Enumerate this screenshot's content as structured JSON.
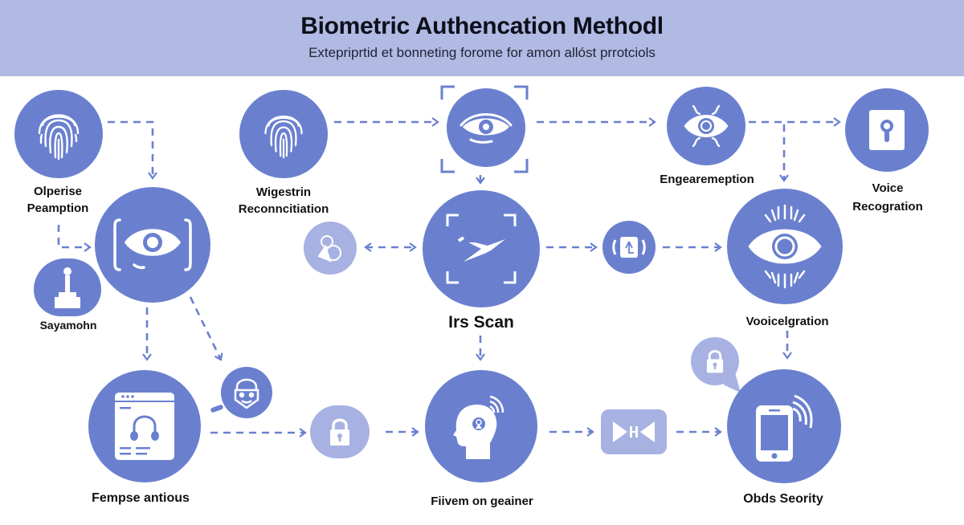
{
  "header": {
    "title": "Biometric  Authencation Methodl",
    "subtitle": "Extepriprtid et bonneting  forome for amon allóst prrotciols",
    "background": "#b1bae3"
  },
  "colors": {
    "node": "#6a80cf",
    "node_light": "#a7b2e2",
    "connector": "#6a80cf",
    "text": "#111111"
  },
  "nodes": [
    {
      "id": "fingerprint-1",
      "icon": "fingerprint-icon",
      "label": "Olperise\nPeamption"
    },
    {
      "id": "eye-scan-1",
      "icon": "eye-scan-icon",
      "label": ""
    },
    {
      "id": "user-cloud",
      "icon": "joystick-icon",
      "label": "Sayamohn"
    },
    {
      "id": "fingerprint-2",
      "icon": "fingerprint-icon",
      "label": "Wigestrin\nReconncitiation"
    },
    {
      "id": "face-shapes",
      "icon": "shapes-icon",
      "label": ""
    },
    {
      "id": "eye-frame",
      "icon": "eye-icon",
      "label": ""
    },
    {
      "id": "iris-scan",
      "icon": "plane-scan-icon",
      "label": "Irs Scan"
    },
    {
      "id": "device-small",
      "icon": "device-icon",
      "label": ""
    },
    {
      "id": "eye-circuit",
      "icon": "eye-circuit-icon",
      "label": "Engearemeption"
    },
    {
      "id": "keyhole",
      "icon": "keyhole-icon",
      "label": "Voice\nRecogration"
    },
    {
      "id": "eye-rays",
      "icon": "eye-rays-icon",
      "label": "Vooicelgration"
    },
    {
      "id": "browser-headset",
      "icon": "browser-headset-icon",
      "label": "Fempse antious"
    },
    {
      "id": "lock-face",
      "icon": "lock-face-icon",
      "label": ""
    },
    {
      "id": "lock-cloud",
      "icon": "lock-icon",
      "label": ""
    },
    {
      "id": "head-wave",
      "icon": "head-signal-icon",
      "label": "Fiivem on geainer"
    },
    {
      "id": "bowtie-blob",
      "icon": "bowtie-icon",
      "label": ""
    },
    {
      "id": "lock-bubble",
      "icon": "lock-icon",
      "label": ""
    },
    {
      "id": "phone-signal",
      "icon": "phone-signal-icon",
      "label": "Obds Seority"
    }
  ],
  "labels": {
    "fingerprint1_a": "Olperise",
    "fingerprint1_b": "Peamption",
    "user_cloud": "Sayamohn",
    "fingerprint2_a": "Wigestrin",
    "fingerprint2_b": "Reconncitiation",
    "iris_scan": "Irs Scan",
    "eye_circuit": "Engearemeption",
    "keyhole_a": "Voice",
    "keyhole_b": "Recogration",
    "eye_rays": "Vooicelgration",
    "browser_headset": "Fempse antious",
    "head_wave": "Fiivem on geainer",
    "phone_signal": "Obds Seority"
  }
}
